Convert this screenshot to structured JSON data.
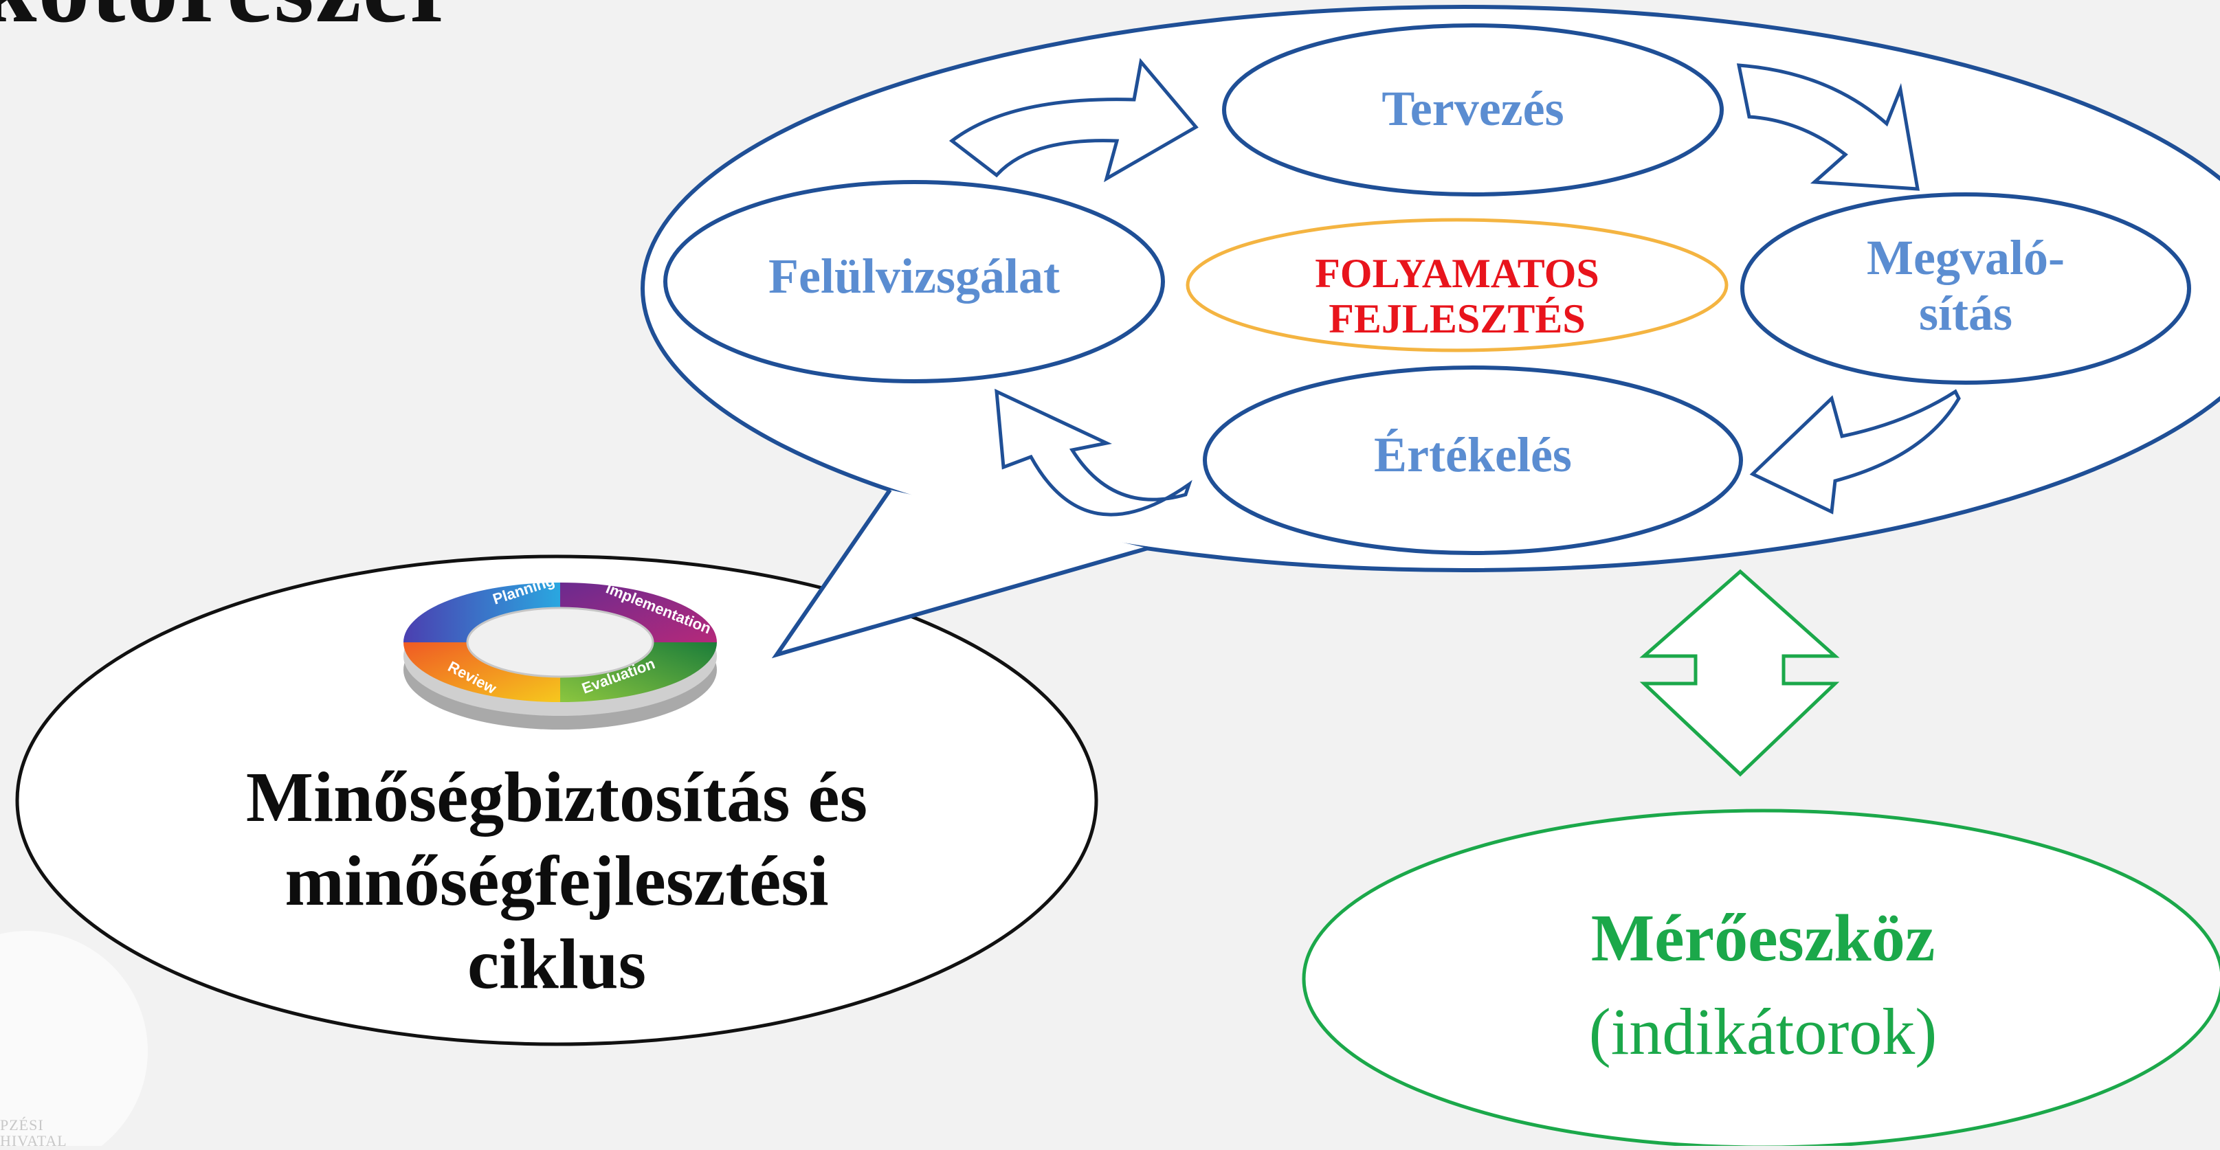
{
  "title_fragment": "kotorészer",
  "cycle": {
    "planning": "Tervezés",
    "implementation_line1": "Megvaló-",
    "implementation_line2": "sítás",
    "evaluation": "Értékelés",
    "review": "Felülvizsgálat",
    "center_line1": "FOLYAMATOS",
    "center_line2": "FEJLESZTÉS"
  },
  "quality_cycle": {
    "line1": "Minőségbiztosítás és",
    "line2": "minőségfejlesztési",
    "line3": "ciklus",
    "ring_labels": [
      "Planning",
      "Implementation",
      "Evaluation",
      "Review"
    ]
  },
  "measure": {
    "title": "Mérőeszköz",
    "subtitle": "(indikátorok)"
  },
  "logo": {
    "line1": "PZÉSI",
    "line2": "HIVATAL"
  },
  "colors": {
    "navy": "#1f4f96",
    "label_blue": "#5b8dd1",
    "red": "#e8141c",
    "orange": "#f4b441",
    "green": "#1ba84a"
  }
}
